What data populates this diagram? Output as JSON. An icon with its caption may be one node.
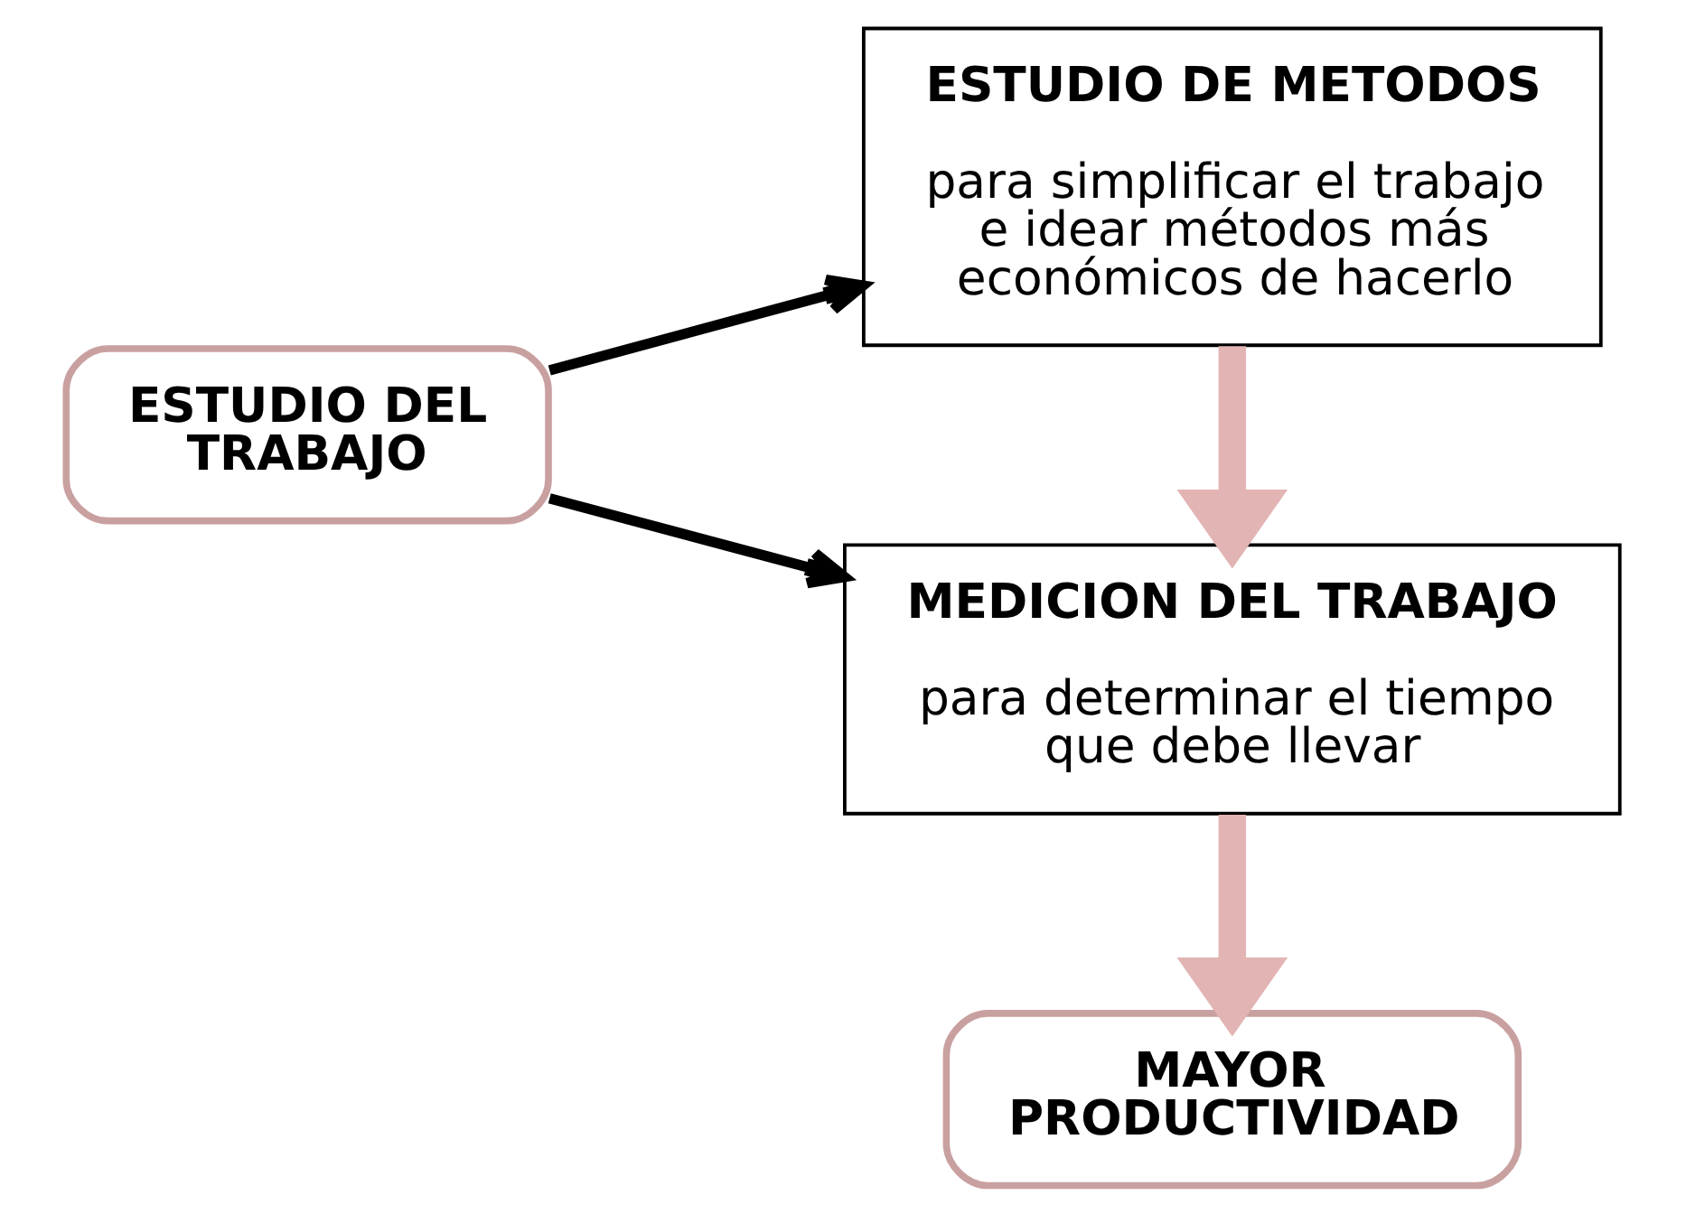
{
  "diagram": {
    "nodes": [
      {
        "text": [
          "ESTUDIO DEL TRABAJO"
        ]
      },
      {
        "text": [
          "ESTUDIO DE METODOS",
          "para simplificar el trabajo e idear métodos más económicos de hacerlo"
        ]
      },
      {
        "text": [
          "MEDICION DEL TRABAJO",
          "para determinar el tiempo que debe llevar"
        ]
      },
      {
        "text": [
          "MAYOR PRODUCTIVIDAD"
        ]
      }
    ],
    "edges": [
      {
        "from": 0,
        "to": 1,
        "arrow": "to"
      },
      {
        "from": 0,
        "to": 2,
        "arrow": "to"
      },
      {
        "from": 1,
        "to": 2,
        "arrow": "to",
        "style": "thick",
        "color": "#e3b4b4"
      },
      {
        "from": 2,
        "to": 3,
        "arrow": "to",
        "style": "thick",
        "color": "#e3b4b4"
      }
    ]
  }
}
